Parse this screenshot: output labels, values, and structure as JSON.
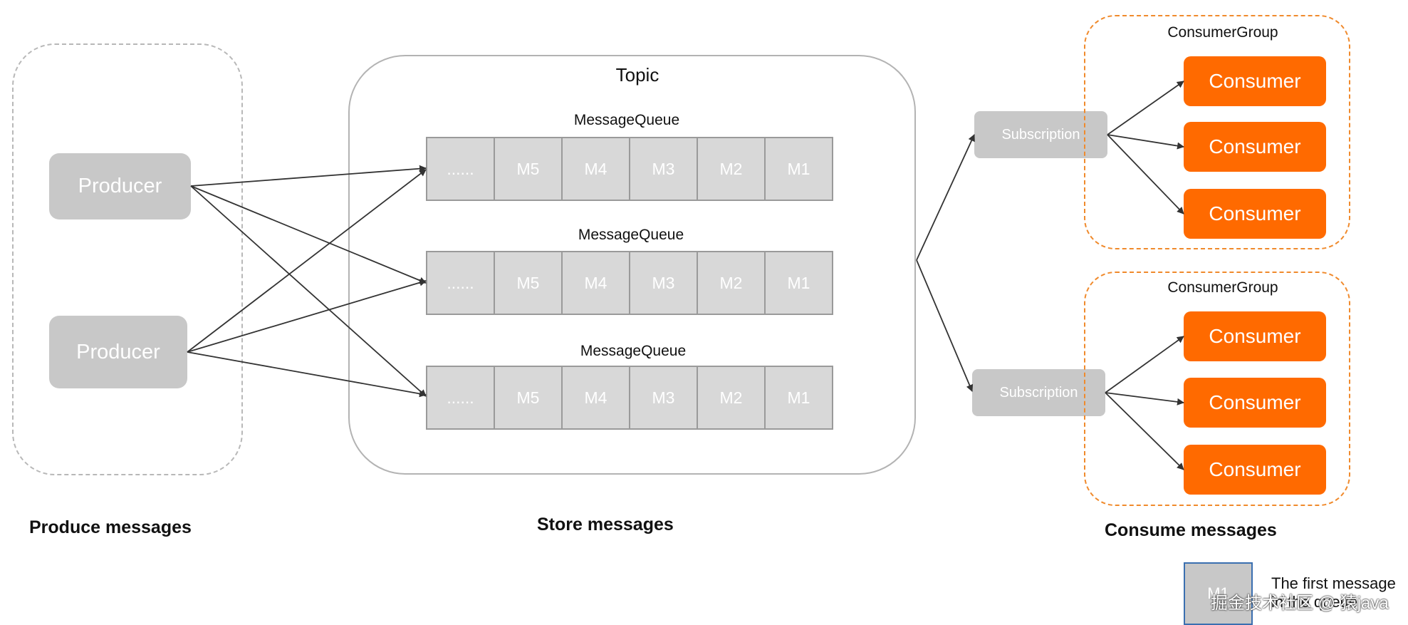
{
  "sections": {
    "produce": "Produce messages",
    "store": "Store messages",
    "consume": "Consume messages"
  },
  "producers": [
    "Producer",
    "Producer"
  ],
  "topic": {
    "title": "Topic",
    "queues": [
      {
        "label": "MessageQueue",
        "cells": [
          "......",
          "M5",
          "M4",
          "M3",
          "M2",
          "M1"
        ]
      },
      {
        "label": "MessageQueue",
        "cells": [
          "......",
          "M5",
          "M4",
          "M3",
          "M2",
          "M1"
        ]
      },
      {
        "label": "MessageQueue",
        "cells": [
          "......",
          "M5",
          "M4",
          "M3",
          "M2",
          "M1"
        ]
      }
    ]
  },
  "subscriptions": [
    "Subscription",
    "Subscription"
  ],
  "consumer_groups": [
    {
      "label": "ConsumerGroup",
      "consumers": [
        "Consumer",
        "Consumer",
        "Consumer"
      ]
    },
    {
      "label": "ConsumerGroup",
      "consumers": [
        "Consumer",
        "Consumer",
        "Consumer"
      ]
    }
  ],
  "legend": {
    "cell": "M1",
    "line1": "The first message",
    "line2": "in the queue"
  },
  "watermark": "掘金技术社区 @ 猿java",
  "colors": {
    "consumer": "#ff6a00",
    "group_border": "#f08a2c",
    "node_gray": "#c8c8c8",
    "queue_gray": "#d8d8d8"
  }
}
